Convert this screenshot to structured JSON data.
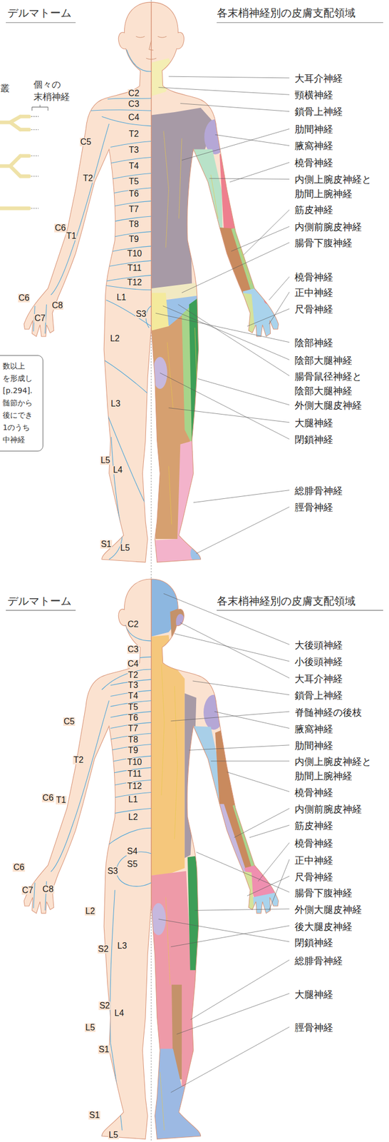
{
  "diagram": {
    "nodes": [
      {
        "text": [
          "数以上 を形成し [p.294]. 髄節から 後にでき 1のうち 中神経"
        ]
      }
    ],
    "labels": [
      "デルマトーム",
      "各末梢神経別の皮膚支配領域",
      "叢",
      "個々の 末梢神経",
      "C2",
      "C3",
      "C4",
      "C5",
      "T2",
      "T3",
      "T4",
      "T5",
      "T6",
      "T7",
      "T8",
      "T9",
      "T10",
      "T11",
      "T12",
      "T2",
      "C6",
      "T1",
      "L1",
      "C6",
      "C8",
      "C7",
      "S3",
      "L2",
      "L3",
      "L5",
      "L4",
      "S1",
      "L5",
      "大耳介神経",
      "頸横神経",
      "鎖骨上神経",
      "肋間神経",
      "腋窩神経",
      "橈骨神経",
      "内側上腕皮神経と 肋間上腕神経",
      "筋皮神経",
      "内側前腕皮神経",
      "腸骨下腹神経",
      "橈骨神経",
      "正中神経",
      "尺骨神経",
      "陰部神経",
      "陰部大腿神経",
      "腸骨鼠径神経と 陰部大腿神経",
      "外側大腿皮神経",
      "大腿神経",
      "閉鎖神経",
      "総腓骨神経",
      "脛骨神経",
      "デルマトーム",
      "各末梢神経別の皮膚支配領域",
      "C2",
      "C3",
      "C4",
      "T2",
      "T3",
      "T4",
      "T5",
      "T6",
      "T7",
      "T8",
      "T9",
      "T10",
      "T11",
      "T12",
      "C5",
      "T2",
      "L1",
      "C6",
      "T1",
      "L2",
      "S4",
      "S5",
      "C6",
      "S3",
      "C7",
      "C8",
      "L2",
      "L3",
      "S2",
      "S2",
      "L4",
      "L5",
      "S1",
      "S1",
      "L5",
      "大後頭神経",
      "小後頭神経",
      "大耳介神経",
      "鎖骨上神経",
      "脊髄神経の後枝",
      "腋窩神経",
      "肋間神経",
      "内側上腕皮神経と 肋間上腕神経",
      "橈骨神経",
      "内側前腕皮神経",
      "筋皮神経",
      "橈骨神経",
      "正中神経",
      "尺骨神経",
      "腸骨下腹神経",
      "外側大腿皮神経",
      "後大腿皮神経",
      "閉鎖神経",
      "総腓骨神経",
      "大腿神経",
      "脛骨神経"
    ]
  }
}
